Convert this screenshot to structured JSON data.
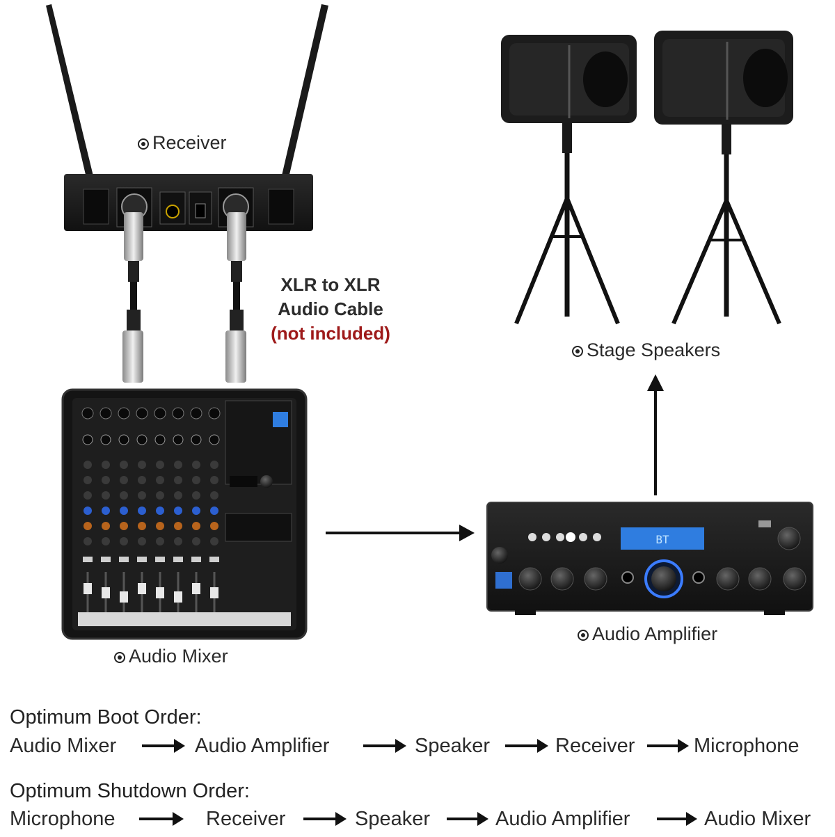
{
  "labels": {
    "receiver": "Receiver",
    "stage_speakers": "Stage Speakers",
    "audio_mixer": "Audio Mixer",
    "audio_amplifier": "Audio Amplifier"
  },
  "cable": {
    "line1": "XLR to XLR",
    "line2": "Audio Cable",
    "line3": "(not included)"
  },
  "amp_display": "BT",
  "boot_order": {
    "title": "Optimum Boot Order:",
    "steps": [
      "Audio Mixer",
      "Audio Amplifier",
      "Speaker",
      "Receiver",
      "Microphone"
    ]
  },
  "shutdown_order": {
    "title": "Optimum Shutdown Order:",
    "steps": [
      "Microphone",
      "Receiver",
      "Speaker",
      "Audio Amplifier",
      "Audio Mixer"
    ]
  },
  "colors": {
    "note_red": "#9e1a1a",
    "display_blue": "#2f7de0",
    "device_black": "#1b1b1b"
  }
}
